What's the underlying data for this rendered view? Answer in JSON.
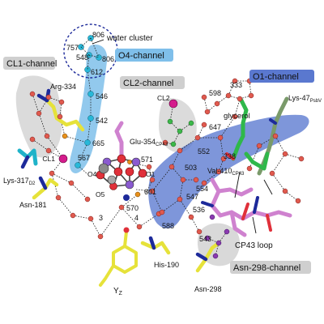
{
  "channels": {
    "o4": "O4-channel",
    "o1": "O1-channel",
    "cl1": "CL1-channel",
    "cl2": "CL2-channel",
    "asn298": "Asn-298-channel"
  },
  "labels": {
    "water_cluster": "water cluster",
    "glycerol": "glycerol",
    "cp43_loop": "CP43 loop",
    "cl1": "CL1",
    "cl2": "CL2",
    "o1": "O1",
    "o4": "O4",
    "o5": "O5",
    "yz": "Y",
    "yz_sub": "Z"
  },
  "residues": {
    "arg334": "Arg-334",
    "lys317": "Lys-317",
    "lys317_sub": "D2",
    "asn181": "Asn-181",
    "glu354": "Glu-354",
    "glu354_sub": "CP43",
    "lys47": "Lys-47",
    "lys47_sub": "PsbV",
    "val410": "Val-410",
    "val410_sub": "CP43",
    "his190": "His-190",
    "asn298": "Asn-298"
  },
  "waters": {
    "w806a": "806",
    "w757": "757",
    "w548": "548",
    "w806b": "806",
    "w612": "612",
    "w546": "546",
    "w542": "542",
    "w665": "665",
    "w567": "567",
    "w598": "598",
    "w333": "333",
    "w647": "647",
    "w552": "552",
    "w338": "338",
    "w503": "503",
    "w571": "571",
    "w601": "601",
    "w547": "547",
    "w554": "554",
    "w536": "536",
    "w588": "588",
    "w543": "543",
    "w570": "570",
    "w3": "3",
    "w4": "4"
  },
  "colors": {
    "o4_channel": "#7fbfea",
    "o1_channel": "#5a78cf",
    "grey_channel": "#c8c8c8",
    "yellow_residue": "#e6e23a",
    "magenta_residue": "#cf82cf",
    "green_glycerol": "#2fb84a",
    "chloride": "#d41c8c",
    "water_red": "#e05a4e",
    "water_cyan": "#28b8d8",
    "water_green": "#3cb84a",
    "water_purple": "#8a3ab0",
    "mn": "#8a5ad0",
    "oxygen": "#e0303a",
    "ca": "#8c8c8c",
    "nitrogen": "#1d2a9a",
    "lys317_cyan": "#1fb3c9"
  }
}
